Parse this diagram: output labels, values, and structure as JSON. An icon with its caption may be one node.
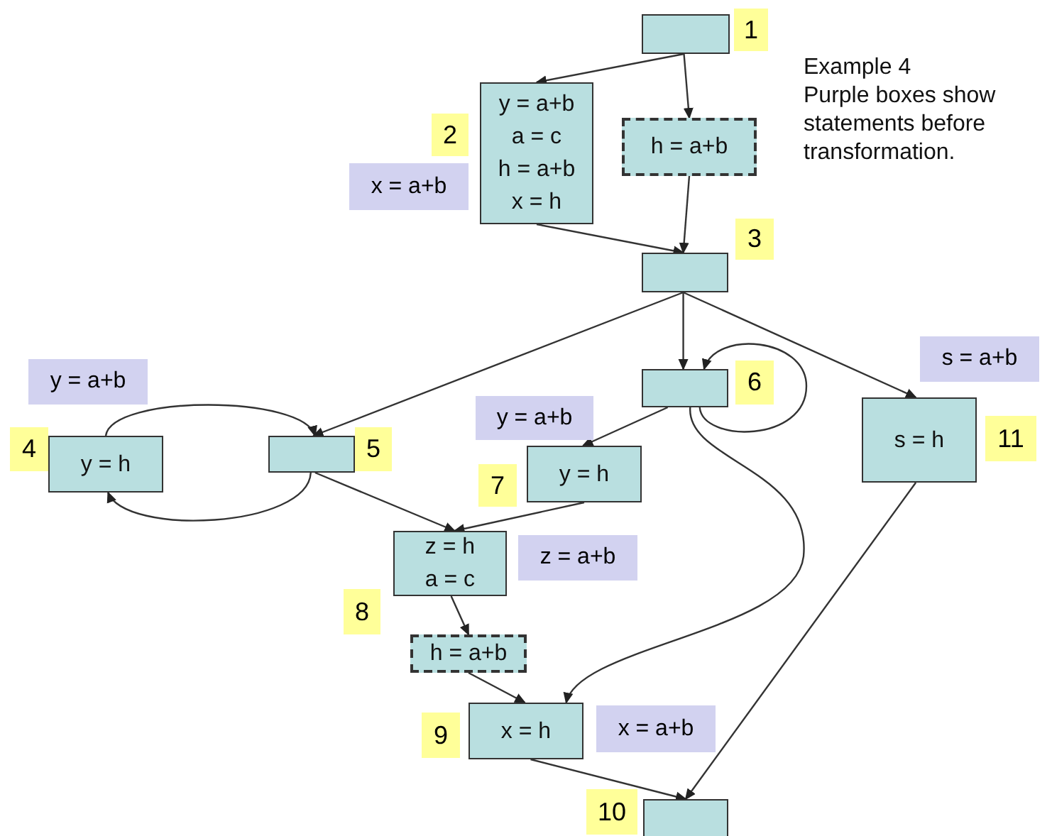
{
  "diagram": {
    "nodes": [
      {
        "text": [],
        "shape": "box",
        "beside": [
          "1"
        ]
      },
      {
        "text": [
          "y = a+b",
          "a = c",
          "h = a+b",
          "x = h"
        ],
        "beside": [
          "2",
          "x = a+b"
        ]
      },
      {
        "text": [
          "h = a+b"
        ]
      },
      {
        "text": [],
        "shape": "box",
        "beside": [
          "3"
        ]
      },
      {
        "text": [
          "y = h"
        ],
        "beside": [
          "4",
          "y = a+b"
        ]
      },
      {
        "text": [],
        "shape": "box",
        "beside": [
          "5"
        ]
      },
      {
        "text": [],
        "shape": "box",
        "beside": [
          "6"
        ]
      },
      {
        "text": [
          "y = h"
        ],
        "beside": [
          "7",
          "y = a+b"
        ]
      },
      {
        "text": [
          "z = h",
          "a = c"
        ],
        "beside": [
          "8",
          "z = a+b"
        ]
      },
      {
        "text": [
          "h = a+b"
        ]
      },
      {
        "text": [
          "x = h"
        ],
        "beside": [
          "9",
          "x = a+b"
        ]
      },
      {
        "text": [],
        "shape": "box",
        "beside": [
          "10"
        ]
      },
      {
        "text": [
          "s = h"
        ],
        "beside": [
          "11",
          "s = a+b"
        ]
      }
    ],
    "edges": [
      {
        "from": 0,
        "to": 1,
        "arrow": "to"
      },
      {
        "from": 0,
        "to": 2,
        "arrow": "to"
      },
      {
        "from": 1,
        "to": 3,
        "arrow": "to"
      },
      {
        "from": 2,
        "to": 3,
        "arrow": "to"
      },
      {
        "from": 3,
        "to": 6,
        "arrow": "to"
      },
      {
        "from": 3,
        "to": 5,
        "arrow": "to"
      },
      {
        "from": 3,
        "to": 12,
        "arrow": "to"
      },
      {
        "from": 6,
        "to": 6,
        "arrow": "to"
      },
      {
        "from": 6,
        "to": 7,
        "arrow": "to"
      },
      {
        "from": 6,
        "to": 10,
        "arrow": "to"
      },
      {
        "from": 5,
        "to": 4,
        "arrow": "to"
      },
      {
        "from": 4,
        "to": 5,
        "arrow": "to"
      },
      {
        "from": 5,
        "to": 8,
        "arrow": "to"
      },
      {
        "from": 7,
        "to": 8,
        "arrow": "to"
      },
      {
        "from": 8,
        "to": 9,
        "arrow": "to"
      },
      {
        "from": 9,
        "to": 10,
        "arrow": "to"
      },
      {
        "from": 10,
        "to": 11,
        "arrow": "to"
      },
      {
        "from": 12,
        "to": 11,
        "arrow": "to"
      }
    ],
    "labels": [
      "Example 4",
      "Purple boxes show statements before transformation."
    ]
  }
}
